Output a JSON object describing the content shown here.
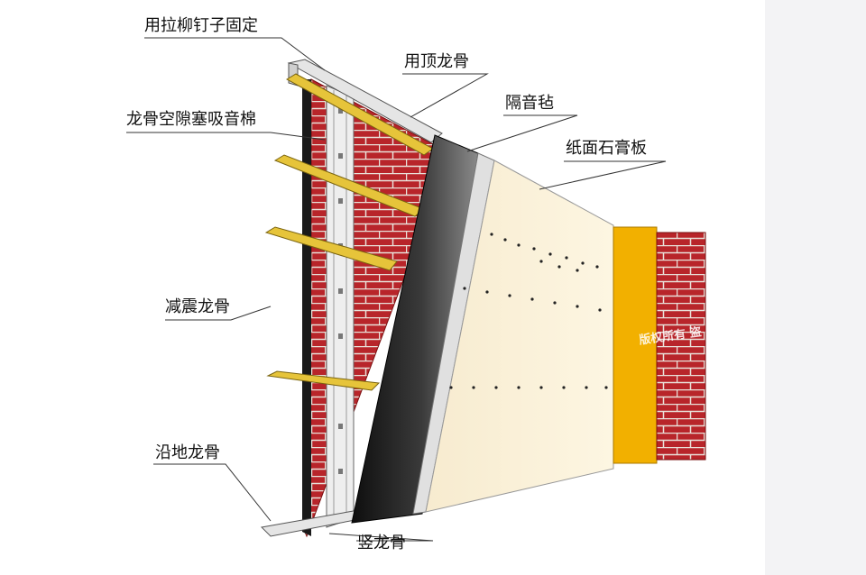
{
  "labels": {
    "rivet_fix": "用拉柳钉子固定",
    "top_keel": "用顶龙骨",
    "keel_gap_fill": "龙骨空隙塞吸音棉",
    "sound_felt": "隔音毡",
    "gypsum_board": "纸面石膏板",
    "shock_keel": "减震龙骨",
    "floor_keel": "沿地龙骨",
    "vertical_keel": "竖龙骨"
  },
  "watermark": {
    "copyright": "版权所有 盗"
  },
  "colors": {
    "brick": "#b8252a",
    "mortar": "#e9e2da",
    "yellow_bar": "#e6c43a",
    "gypsum": "#fbf1d8",
    "felt_dark": "#1e1e1e",
    "orange_trim": "#f2b000"
  }
}
